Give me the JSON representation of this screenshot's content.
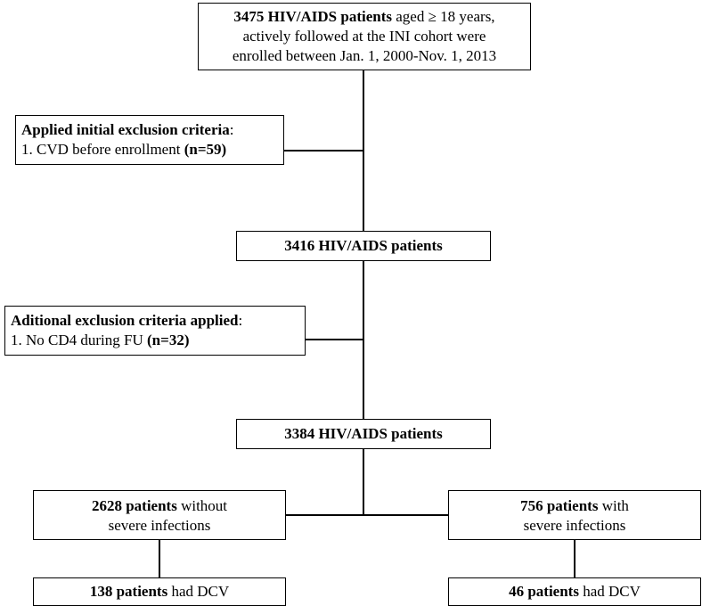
{
  "enrolled": {
    "line1_bold": "3475 HIV/AIDS patients",
    "line1_rest": " aged  ≥ 18 years,",
    "line2": "actively followed at the INI cohort were",
    "line3": "enrolled between Jan. 1, 2000-Nov. 1, 2013"
  },
  "exclusion1": {
    "heading_bold": "Applied initial exclusion criteria",
    "heading_colon": ":",
    "item_text": "1. CVD before enrollment ",
    "item_count": "(n=59)"
  },
  "after_exclusion1": {
    "label": "3416 HIV/AIDS patients"
  },
  "exclusion2": {
    "heading_bold": "Aditional exclusion criteria applied",
    "heading_colon": ":",
    "item_text": "1. No CD4 during FU ",
    "item_count": "(n=32)"
  },
  "after_exclusion2": {
    "label": "3384 HIV/AIDS patients"
  },
  "without_severe": {
    "line1_bold": "2628 patients",
    "line1_rest": " without",
    "line2": "severe infections",
    "dcv_bold": "138 patients",
    "dcv_rest": " had DCV"
  },
  "with_severe": {
    "line1_bold": "756 patients",
    "line1_rest": " with",
    "line2": "severe infections",
    "dcv_bold": "46 patients",
    "dcv_rest": " had DCV"
  }
}
